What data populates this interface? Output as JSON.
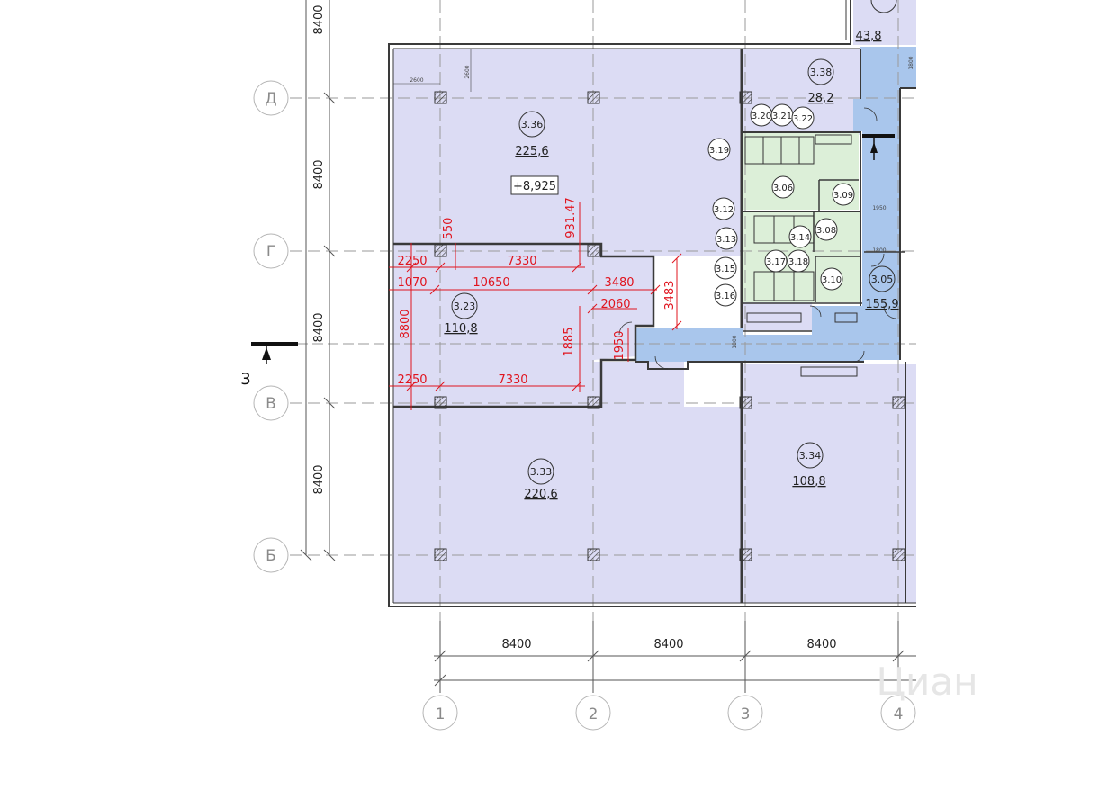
{
  "colors": {
    "room_lavender": "#dcdcf4",
    "wet_green": "#dcefd8",
    "corridor_blue": "#a9c6ec",
    "red_dim": "#e0141e",
    "axis_grey": "#9a9a9a",
    "wall": "#3a3a3a"
  },
  "axes": {
    "vertical": [
      {
        "label": "Д"
      },
      {
        "label": "Г"
      },
      {
        "label": "В"
      },
      {
        "label": "Б"
      }
    ],
    "horizontal": [
      {
        "label": "1"
      },
      {
        "label": "2"
      },
      {
        "label": "3"
      },
      {
        "label": "4"
      }
    ],
    "left_spacings": [
      "8400",
      "8400",
      "8400",
      "8400"
    ],
    "bottom_spacings": [
      "8400",
      "8400",
      "8400"
    ]
  },
  "section_mark": {
    "label": "3"
  },
  "level_mark": "+8,925",
  "rooms": [
    {
      "number": "3.36",
      "area": "225,6"
    },
    {
      "number": "3.23",
      "area": "110,8"
    },
    {
      "number": "3.33",
      "area": "220,6"
    },
    {
      "number": "3.34",
      "area": "108,8"
    },
    {
      "number": "3.38",
      "area": "28,2"
    },
    {
      "number": "3.05",
      "area": "155,9"
    },
    {
      "number": "",
      "area": "43,8"
    }
  ],
  "small_rooms": [
    "3.20",
    "3.21",
    "3.22",
    "3.19",
    "3.06",
    "3.09",
    "3.12",
    "3.13",
    "3.14",
    "3.08",
    "3.15",
    "3.17",
    "3.18",
    "3.10",
    "3.16"
  ],
  "red_dimensions": [
    "2250",
    "7330",
    "1070",
    "10650",
    "3480",
    "3483",
    "2060",
    "8800",
    "1885",
    "1950",
    "2250",
    "7330",
    "550",
    "931.47"
  ],
  "small_dims": [
    "2600",
    "2600",
    "1950",
    "1800",
    "1800",
    "1800"
  ],
  "watermark": "Циан"
}
